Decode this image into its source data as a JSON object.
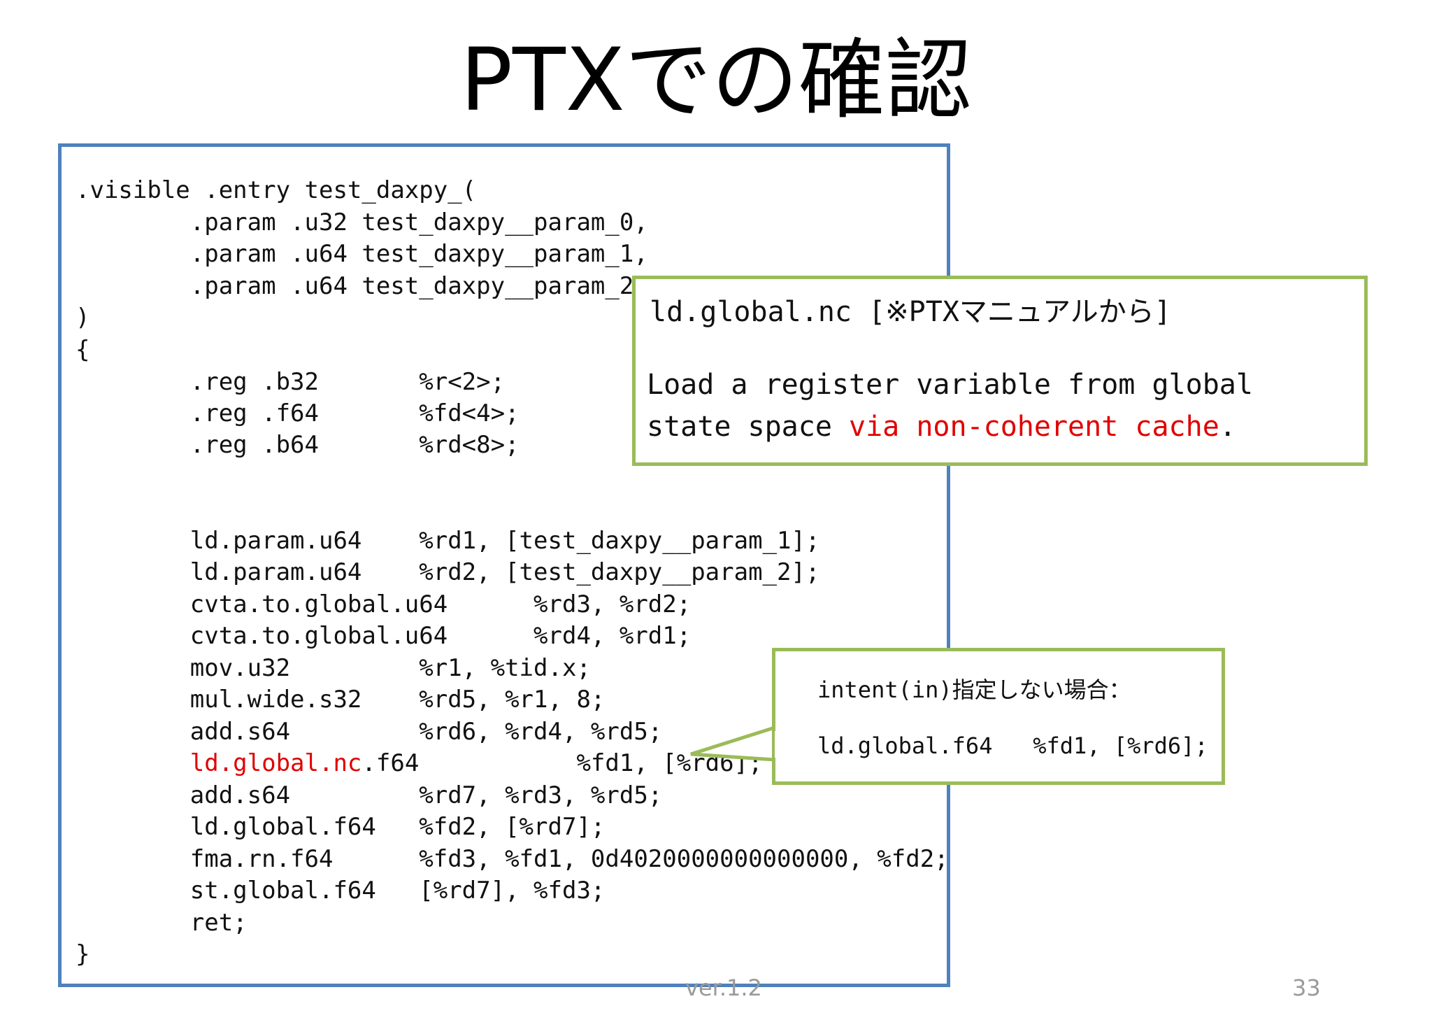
{
  "slide": {
    "title": "PTXでの確認",
    "version": "ver.1.2",
    "page_number": "33"
  },
  "code": {
    "lines": [
      ".visible .entry test_daxpy_(",
      "        .param .u32 test_daxpy__param_0,",
      "        .param .u64 test_daxpy__param_1,",
      "        .param .u64 test_daxpy__param_2",
      ")",
      "{",
      "        .reg .b32       %r<2>;",
      "        .reg .f64       %fd<4>;",
      "        .reg .b64       %rd<8>;",
      "        ld.param.u64    %rd1, [test_daxpy__param_1];",
      "        ld.param.u64    %rd2, [test_daxpy__param_2];",
      "        cvta.to.global.u64      %rd3, %rd2;",
      "        cvta.to.global.u64      %rd4, %rd1;",
      "        mov.u32         %r1, %tid.x;",
      "        mul.wide.s32    %rd5, %r1, 8;",
      "        add.s64         %rd6, %rd4, %rd5;",
      "        add.s64         %rd7, %rd3, %rd5;",
      "        ld.global.f64   %fd2, [%rd7];",
      "        fma.rn.f64      %fd3, %fd1, 0d4020000000000000, %fd2;",
      "        st.global.f64   [%rd7], %fd3;",
      "        ret;",
      "}"
    ],
    "highlight_line": {
      "indent": "        ",
      "highlighted": "ld.global.nc",
      "rest": ".f64           %fd1, [%rd6];"
    }
  },
  "callout_manual": {
    "heading": "ld.global.nc [※PTXマニュアルから]",
    "text_line1": "Load a register variable from global",
    "text_line2_plain": "state space ",
    "text_line2_highlight": "via non-coherent cache",
    "text_line2_end": "."
  },
  "callout_intent": {
    "line1": "intent(in)指定しない場合：",
    "line2": "ld.global.f64   %fd1, [%rd6];"
  },
  "colors": {
    "code_border": "#4f81bd",
    "callout_border": "#9bbb59",
    "highlight": "#e00000"
  }
}
